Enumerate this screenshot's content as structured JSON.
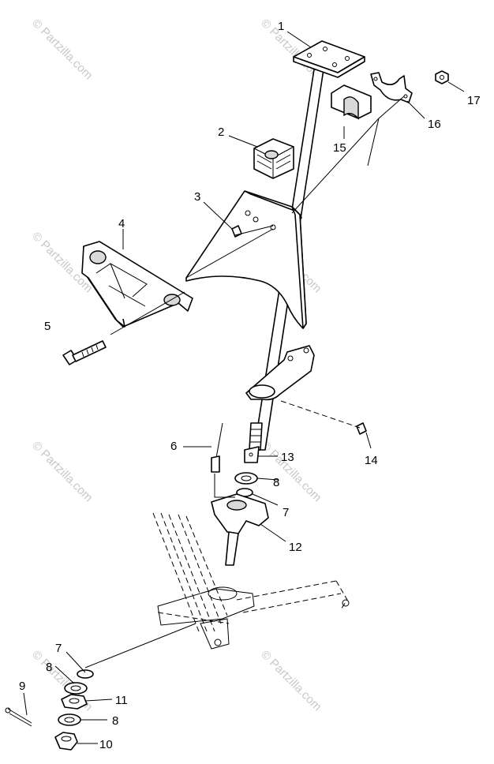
{
  "watermark": {
    "text": "© Partzilla.com",
    "color": "#c8c8c8"
  },
  "callouts": [
    {
      "id": "c1",
      "label": "1"
    },
    {
      "id": "c2",
      "label": "2"
    },
    {
      "id": "c3",
      "label": "3"
    },
    {
      "id": "c4",
      "label": "4"
    },
    {
      "id": "c5",
      "label": "5"
    },
    {
      "id": "c6",
      "label": "6"
    },
    {
      "id": "c7a",
      "label": "7"
    },
    {
      "id": "c7b",
      "label": "7"
    },
    {
      "id": "c8a",
      "label": "8"
    },
    {
      "id": "c8b",
      "label": "8"
    },
    {
      "id": "c8c",
      "label": "8"
    },
    {
      "id": "c9",
      "label": "9"
    },
    {
      "id": "c10",
      "label": "10"
    },
    {
      "id": "c11",
      "label": "11"
    },
    {
      "id": "c12",
      "label": "12"
    },
    {
      "id": "c13",
      "label": "13"
    },
    {
      "id": "c14",
      "label": "14"
    },
    {
      "id": "c15",
      "label": "15"
    },
    {
      "id": "c16",
      "label": "16"
    },
    {
      "id": "c17",
      "label": "17"
    }
  ]
}
